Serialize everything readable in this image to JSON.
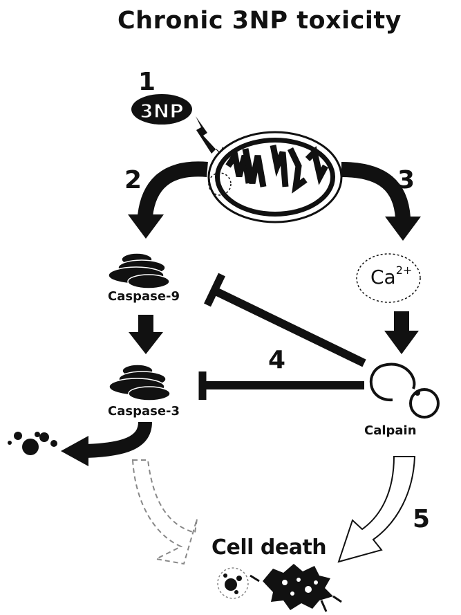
{
  "title": "Chronic 3NP toxicity",
  "steps": {
    "s1": "1",
    "s2": "2",
    "s3": "3",
    "s4": "4",
    "s5": "5"
  },
  "nodes": {
    "toxin": "3NP",
    "caspase9": "Caspase-9",
    "caspase3": "Caspase-3",
    "calcium_base": "Ca",
    "calcium_charge": "2+",
    "calpain": "Calpain",
    "cell_death": "Cell death"
  },
  "icons": {
    "toxin": "3np-oval-icon",
    "mitochondrion": "mitochondrion-icon",
    "caspase": "caspase-stack-icon",
    "calpain": "calpain-enzyme-icon",
    "apoptotic_bodies": "apoptotic-bodies-icon",
    "necrotic_cell": "necrotic-cell-icon"
  },
  "colors": {
    "ink": "#111111",
    "background": "#ffffff",
    "dashed": "#888888"
  }
}
